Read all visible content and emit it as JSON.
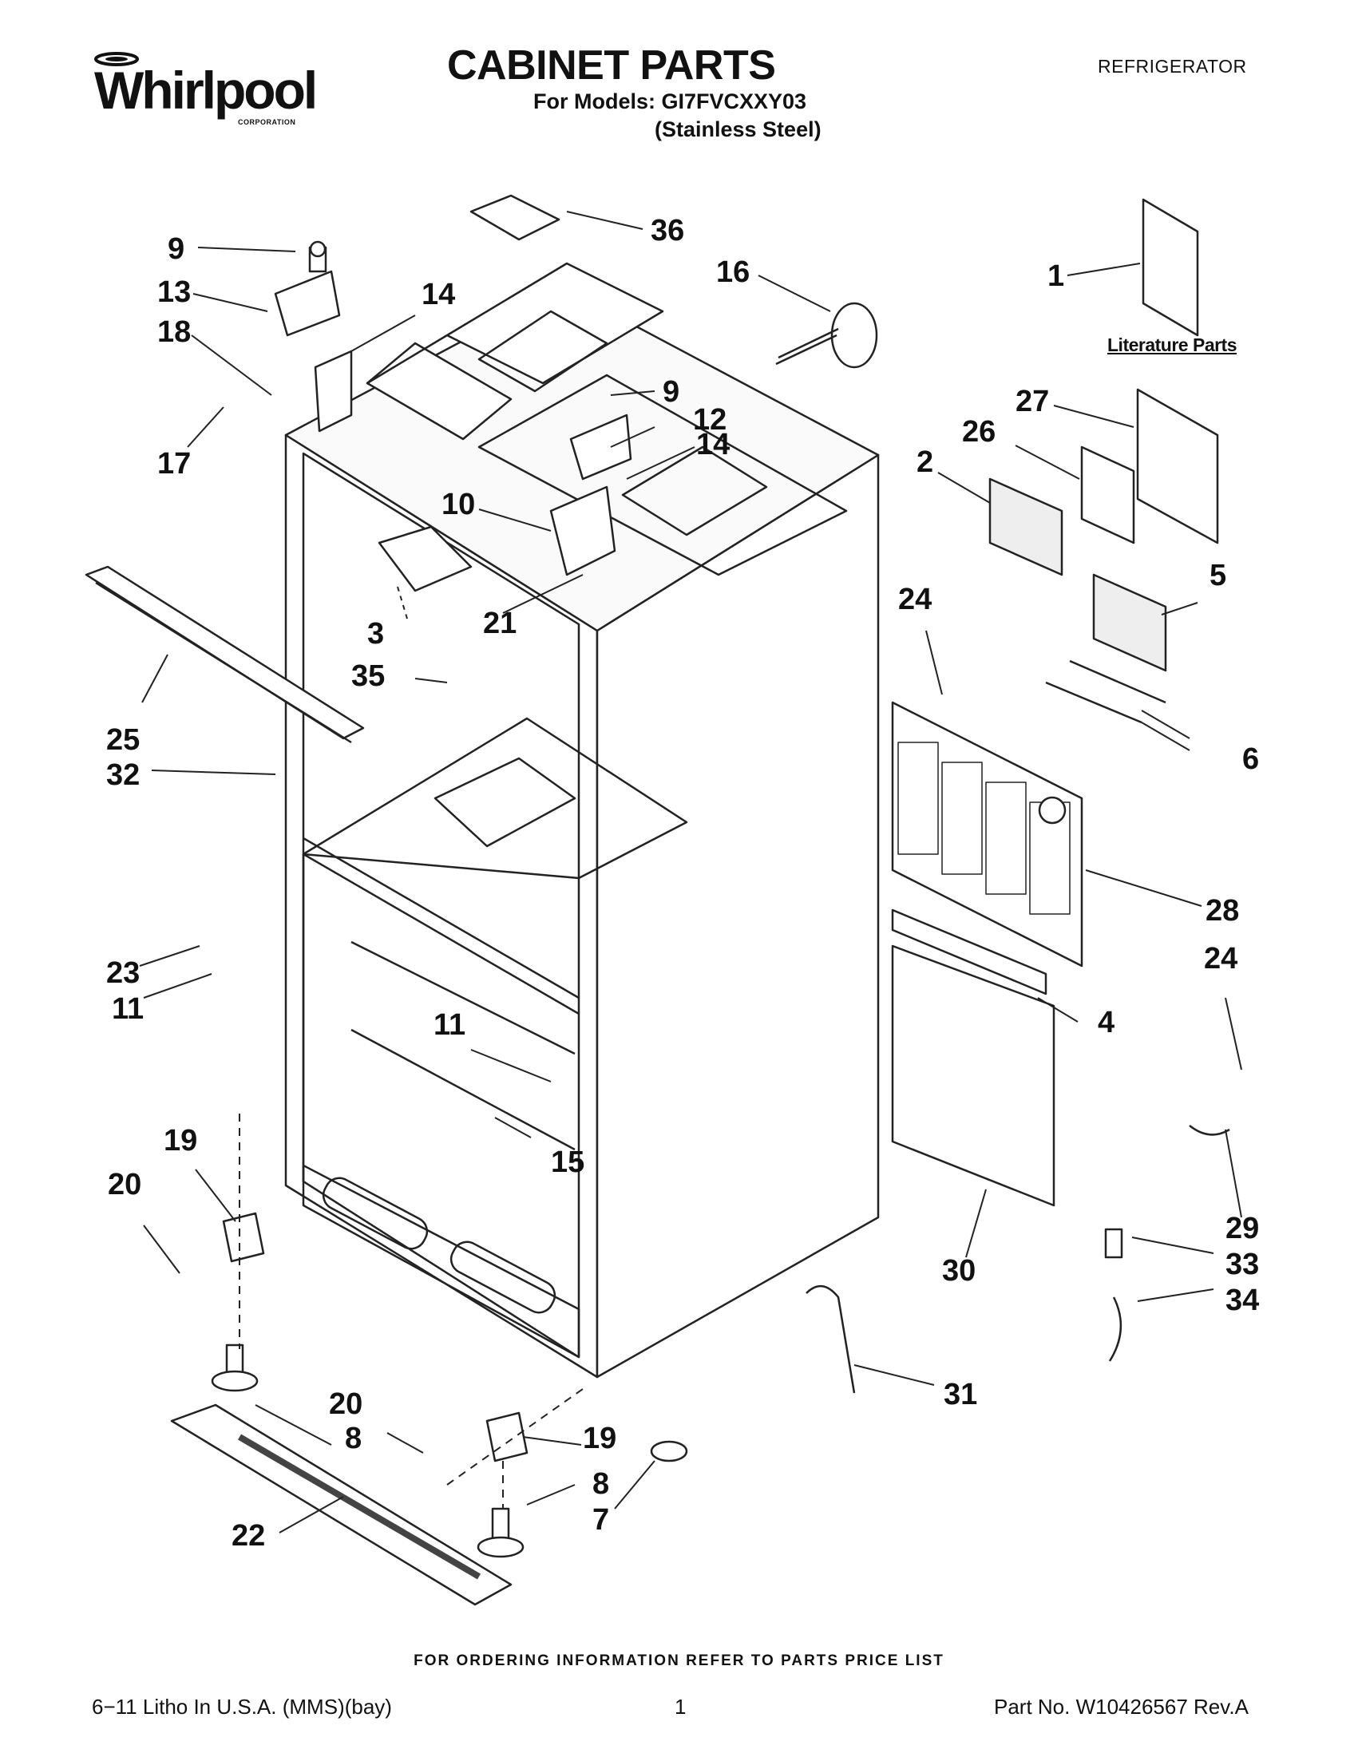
{
  "header": {
    "brand": "Whirlpool",
    "brand_sub": "CORPORATION",
    "title": "CABINET PARTS",
    "models": "For Models: GI7FVCXXY03",
    "finish": "(Stainless Steel)",
    "category": "REFRIGERATOR"
  },
  "literature_label": "Literature Parts",
  "callouts": [
    {
      "id": "c9a",
      "text": "9"
    },
    {
      "id": "c13",
      "text": "13"
    },
    {
      "id": "c18",
      "text": "18"
    },
    {
      "id": "c14a",
      "text": "14"
    },
    {
      "id": "c17",
      "text": "17"
    },
    {
      "id": "c36",
      "text": "36"
    },
    {
      "id": "c16",
      "text": "16"
    },
    {
      "id": "c1",
      "text": "1"
    },
    {
      "id": "c27",
      "text": "27"
    },
    {
      "id": "c26",
      "text": "26"
    },
    {
      "id": "c2",
      "text": "2"
    },
    {
      "id": "c9b",
      "text": "9"
    },
    {
      "id": "c12",
      "text": "12"
    },
    {
      "id": "c14b",
      "text": "14"
    },
    {
      "id": "c10",
      "text": "10"
    },
    {
      "id": "c3",
      "text": "3"
    },
    {
      "id": "c21",
      "text": "21"
    },
    {
      "id": "c5",
      "text": "5"
    },
    {
      "id": "c24a",
      "text": "24"
    },
    {
      "id": "c35",
      "text": "35"
    },
    {
      "id": "c25",
      "text": "25"
    },
    {
      "id": "c32",
      "text": "32"
    },
    {
      "id": "c6",
      "text": "6"
    },
    {
      "id": "c28",
      "text": "28"
    },
    {
      "id": "c23",
      "text": "23"
    },
    {
      "id": "c11a",
      "text": "11"
    },
    {
      "id": "c24b",
      "text": "24"
    },
    {
      "id": "c4",
      "text": "4"
    },
    {
      "id": "c11b",
      "text": "11"
    },
    {
      "id": "c15",
      "text": "15"
    },
    {
      "id": "c19a",
      "text": "19"
    },
    {
      "id": "c20a",
      "text": "20"
    },
    {
      "id": "c29",
      "text": "29"
    },
    {
      "id": "c33",
      "text": "33"
    },
    {
      "id": "c30",
      "text": "30"
    },
    {
      "id": "c34",
      "text": "34"
    },
    {
      "id": "c31",
      "text": "31"
    },
    {
      "id": "c20b",
      "text": "20"
    },
    {
      "id": "c8a",
      "text": "8"
    },
    {
      "id": "c19b",
      "text": "19"
    },
    {
      "id": "c8b",
      "text": "8"
    },
    {
      "id": "c7",
      "text": "7"
    },
    {
      "id": "c22",
      "text": "22"
    }
  ],
  "footer": {
    "ordering_note": "FOR ORDERING INFORMATION REFER TO PARTS PRICE LIST",
    "litho": "6−11 Litho In U.S.A. (MMS)(bay)",
    "page_number": "1",
    "part_number": "Part No. W10426567 Rev.A"
  }
}
